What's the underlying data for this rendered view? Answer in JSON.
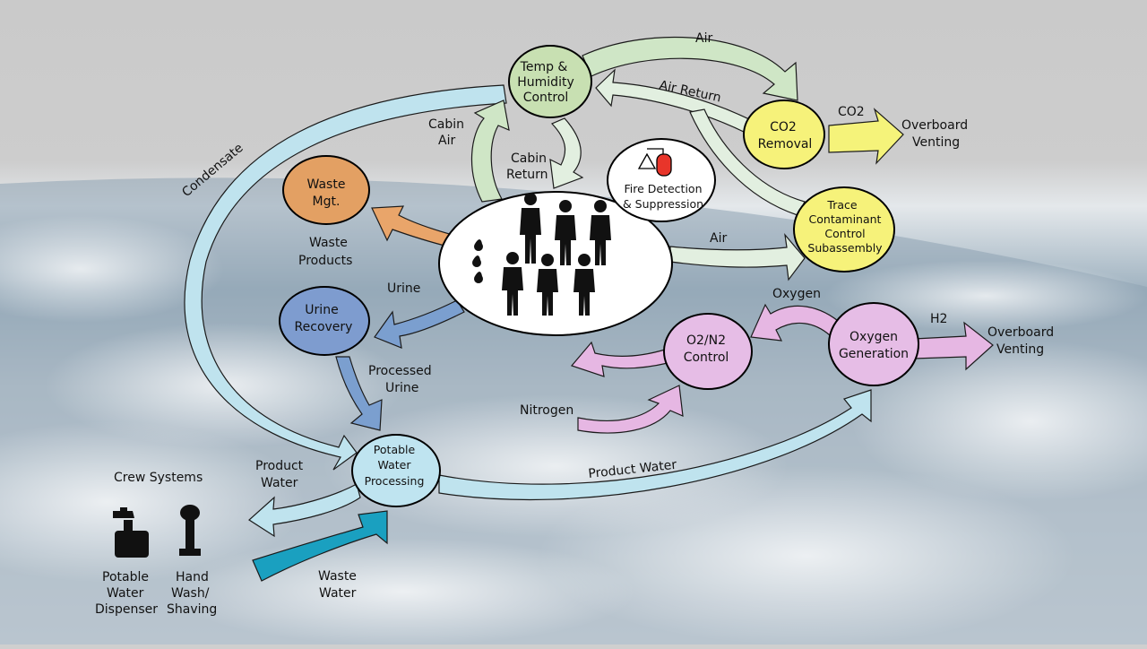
{
  "colors": {
    "sky_top": "#c9c9c9",
    "earth_haze": "#e8ecef",
    "ocean": "#6f8a9c",
    "air_flow": "#cfe6c6",
    "air_return_flow": "#e2efe0",
    "water_flow": "#bfe3ee",
    "urine_flow": "#7b9fcf",
    "gas_flow": "#e6b7e3",
    "waste_flow": "#e9a56a",
    "co2_flow": "#f5f37a",
    "waste_water_flow": "#1aa0c0",
    "temp_node": "#c8e0b2",
    "waste_node": "#e3a063",
    "urine_node": "#7e9ccf",
    "potable_node": "#bfe4f0",
    "co2_node": "#f6f27a",
    "trace_node": "#f6f27a",
    "o2n2_node": "#e6bde6",
    "oxygen_node": "#e6bde6",
    "fire_bottle": "#e8352a"
  },
  "nodes": {
    "temp": {
      "line1": "Temp &",
      "line2": "Humidity",
      "line3": "Control"
    },
    "waste": {
      "line1": "Waste",
      "line2": "Mgt."
    },
    "urine": {
      "line1": "Urine",
      "line2": "Recovery"
    },
    "potable": {
      "line1": "Potable",
      "line2": "Water",
      "line3": "Processing"
    },
    "co2": {
      "line1": "CO2",
      "line2": "Removal"
    },
    "trace": {
      "line1": "Trace",
      "line2": "Contaminant",
      "line3": "Control",
      "line4": "Subassembly"
    },
    "o2n2": {
      "line1": "O2/N2",
      "line2": "Control"
    },
    "oxygen": {
      "line1": "Oxygen",
      "line2": "Generation"
    },
    "fire": {
      "line1": "Fire Detection",
      "line2": "& Suppression"
    }
  },
  "flows": {
    "air_top": "Air",
    "air_return": "Air Return",
    "co2": "CO2",
    "overboard1": "Overboard",
    "venting1": "Venting",
    "cabin_air1": "Cabin",
    "cabin_air2": "Air",
    "cabin_return1": "Cabin",
    "cabin_return2": "Return",
    "condensate": "Condensate",
    "waste_products1": "Waste",
    "waste_products2": "Products",
    "air_mid": "Air",
    "urine": "Urine",
    "oxygen": "Oxygen",
    "h2": "H2",
    "overboard2": "Overboard",
    "venting2": "Venting",
    "processed_urine1": "Processed",
    "processed_urine2": "Urine",
    "nitrogen": "Nitrogen",
    "product_water_left1": "Product",
    "product_water_left2": "Water",
    "product_water_right": "Product Water",
    "waste_water1": "Waste",
    "waste_water2": "Water"
  },
  "crew_systems": {
    "title": "Crew Systems",
    "dispenser1": "Potable",
    "dispenser2": "Water",
    "dispenser3": "Dispenser",
    "handwash1": "Hand",
    "handwash2": "Wash/",
    "handwash3": "Shaving"
  }
}
